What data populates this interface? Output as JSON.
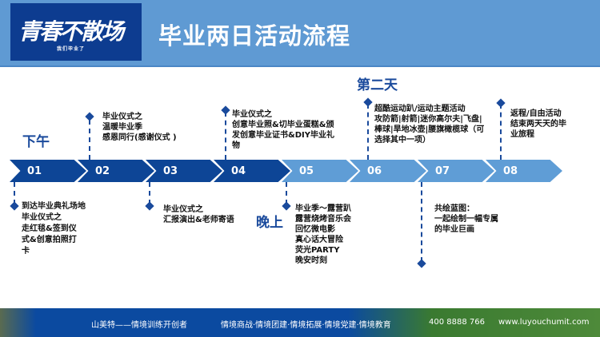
{
  "header": {
    "logo_text": "青春不散场",
    "logo_sub": "我们毕业了",
    "title": "毕业两日活动流程"
  },
  "labels": {
    "afternoon": "下午",
    "evening": "晚上",
    "day2": "第二天"
  },
  "steps": [
    "01",
    "02",
    "03",
    "04",
    "05",
    "06",
    "07",
    "08"
  ],
  "items": {
    "s01": "到达毕业典礼场地\n毕业仪式之\n走红毯&签到仪\n式&创意拍照打\n卡",
    "s02": "毕业仪式之\n温暖毕业季\n感恩同行(感谢仪式 )",
    "s03": "毕业仪式之\n汇报演出&老师寄语",
    "s04": "毕业仪式之\n创意毕业照&切毕业蛋糕&颁\n发创意毕业证书&DIY毕业礼\n物",
    "s05": "毕业季～露营趴\n露营烧烤音乐会\n回忆微电影\n真心话大冒险\n荧光PARTY\n晚安时刻",
    "s06": "超酷运动趴/运动主题活动\n攻防箭|射箭|迷你高尔夫|飞盘|\n棒球|旱地冰壶|腰旗橄榄球（可\n选择其中一项）",
    "s07": "共绘蓝图：\n一起绘制一幅专属\n的毕业巨画",
    "s08": "返程/自由活动\n结束两天天的毕\n业旅程"
  },
  "footer": {
    "brand": "山美特——情境训练开创者",
    "services": "情境商战·情境团建·情境拓展·情境党建·情境教育",
    "phone": "400 8888 766",
    "url": "www.luyouchumit.com"
  }
}
